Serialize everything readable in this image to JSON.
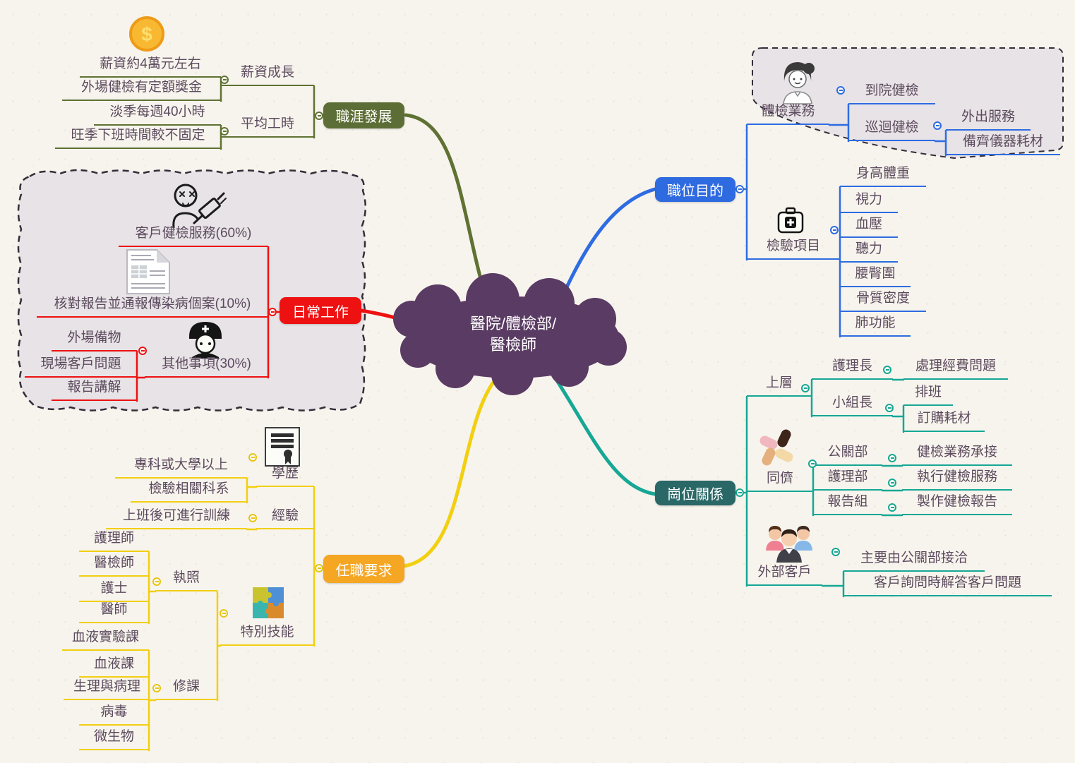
{
  "central": {
    "line1": "醫院/體檢部/",
    "line2": "醫檢師"
  },
  "career": {
    "label": "職涯發展",
    "salary_growth": "薪資成長",
    "salary_amount": "薪資約4萬元左右",
    "salary_bonus": "外場健檢有定額獎金",
    "avg_hours": "平均工時",
    "off_season": "淡季每週40小時",
    "peak_season": "旺季下班時間較不固定"
  },
  "daily": {
    "label": "日常工作",
    "service": "客戶健檢服務(60%)",
    "report_check": "核對報告並通報傳染病個案(10%)",
    "others": "其他事項(30%)",
    "field_prep": "外場備物",
    "onsite_issues": "現場客戶問題",
    "report_explain": "報告講解"
  },
  "require": {
    "label": "任職要求",
    "education": "學歷",
    "education_items": [
      "專科或大學以上",
      "檢驗相關科系"
    ],
    "experience": "經驗",
    "experience_items": [
      "上班後可進行訓練"
    ],
    "license": "執照",
    "license_items": [
      "護理師",
      "醫檢師",
      "護士",
      "醫師"
    ],
    "courses": "修課",
    "course_items": [
      "血液實驗課",
      "血液課",
      "生理與病理",
      "病毒",
      "微生物"
    ],
    "special_skill": "特別技能"
  },
  "purpose": {
    "label": "職位目的",
    "business": "體檢業務",
    "hospital_check": "到院健檢",
    "touring_check": "巡迴健檢",
    "touring_items": [
      "外出服務",
      "備齊儀器耗材"
    ],
    "exam": "檢驗項目",
    "exam_items": [
      "身高體重",
      "視力",
      "血壓",
      "聽力",
      "腰臀圍",
      "骨質密度",
      "肺功能"
    ]
  },
  "relation": {
    "label": "崗位關係",
    "upper": "上層",
    "head_nurse": "護理長",
    "head_nurse_duty": "處理經費問題",
    "team_leader": "小組長",
    "leader_duties": [
      "排班",
      "訂購耗材"
    ],
    "peers": "同儕",
    "pr_dept": "公關部",
    "pr_duty": "健檢業務承接",
    "nursing_dept": "護理部",
    "nursing_duty": "執行健檢服務",
    "report_team": "報告組",
    "report_team_duty": "製作健檢報告",
    "external": "外部客戶",
    "external_items": [
      "主要由公關部接洽",
      "客戶詢問時解答客戶問題"
    ]
  },
  "icons": {
    "career_salary": "dollar-coin-icon",
    "daily_service": "vaccinated-person-icon",
    "daily_report": "report-document-icon",
    "daily_others": "nurse-icon",
    "require_education": "certificate-icon",
    "require_skill": "puzzle-icon",
    "purpose_business": "woman-icon",
    "purpose_exam": "first-aid-kit-icon",
    "relation_peers": "joined-hands-icon",
    "relation_external": "people-group-icon"
  },
  "colors": {
    "background": "#f7f4ed",
    "central_cloud": "#5a3b63",
    "career": "#5c6e35",
    "daily": "#ee1111",
    "require_box": "#f5a623",
    "require_line": "#f2cf11",
    "purpose": "#2e6ae0",
    "relation_box": "#2a6767",
    "relation_line": "#16a795",
    "node_text": "#5c4a5e",
    "boundary_fill": "#e7e3e6"
  }
}
